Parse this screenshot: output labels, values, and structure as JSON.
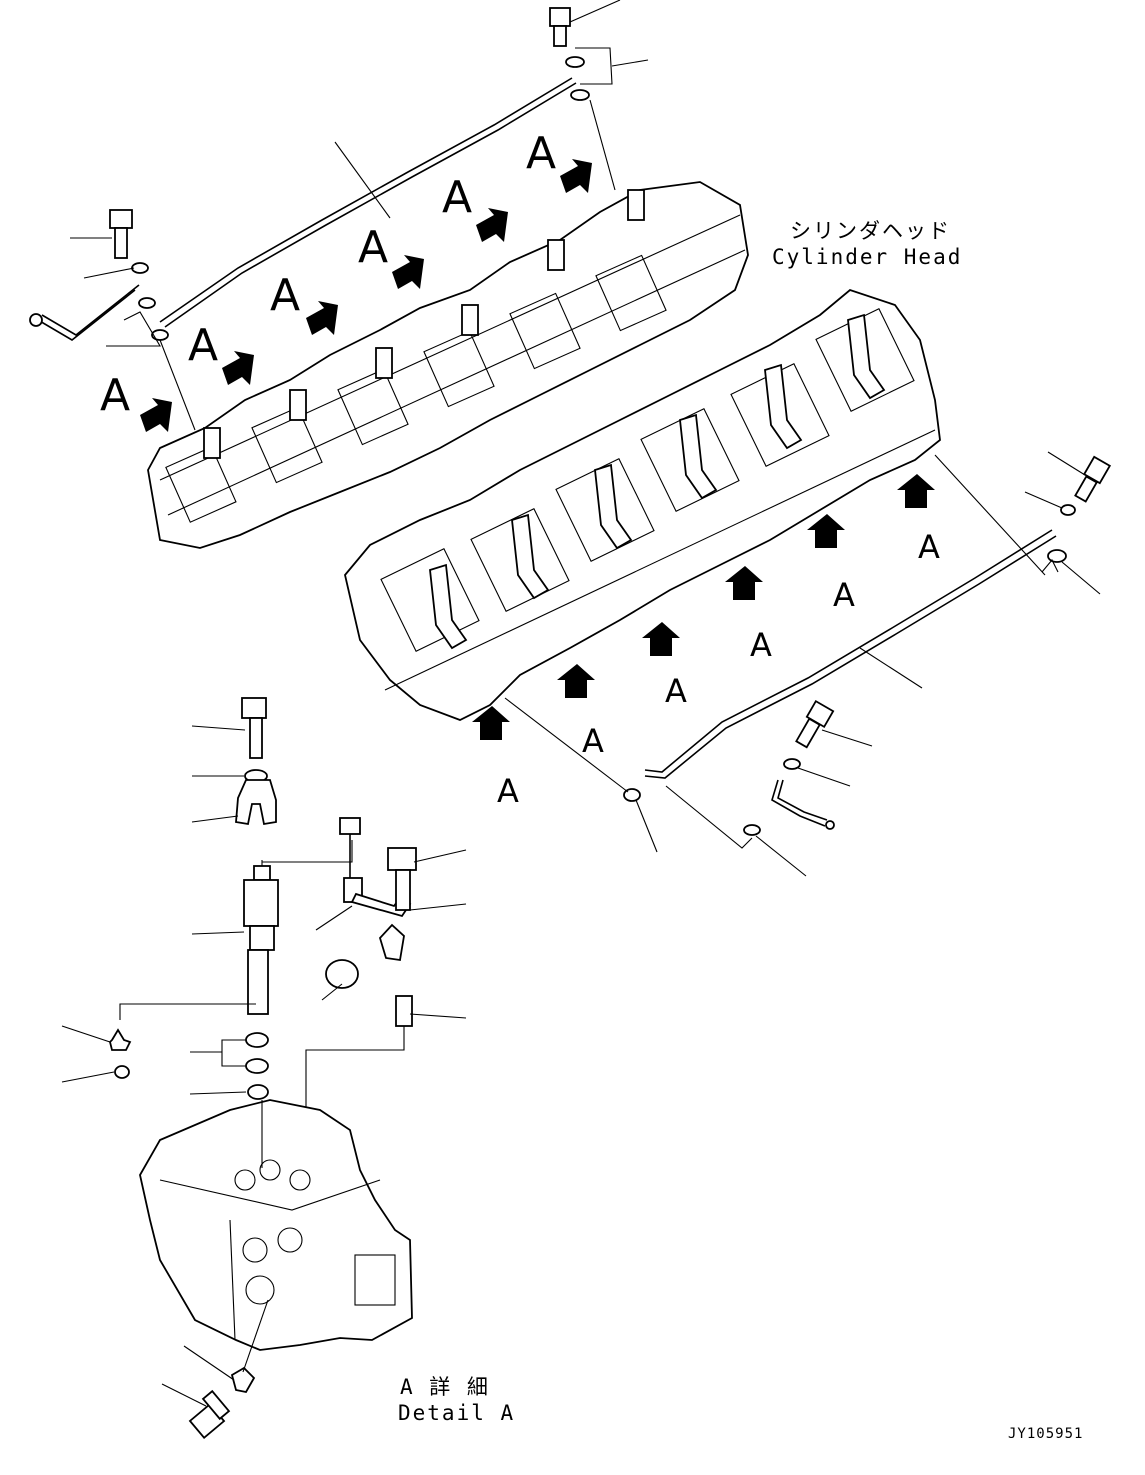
{
  "diagram": {
    "title_jp": "シリンダヘッド",
    "title_en": "Cylinder Head",
    "detail_jp": "A 詳 細",
    "detail_en": "Detail A",
    "view_marker": "A",
    "drawing_code": "JY105951"
  }
}
